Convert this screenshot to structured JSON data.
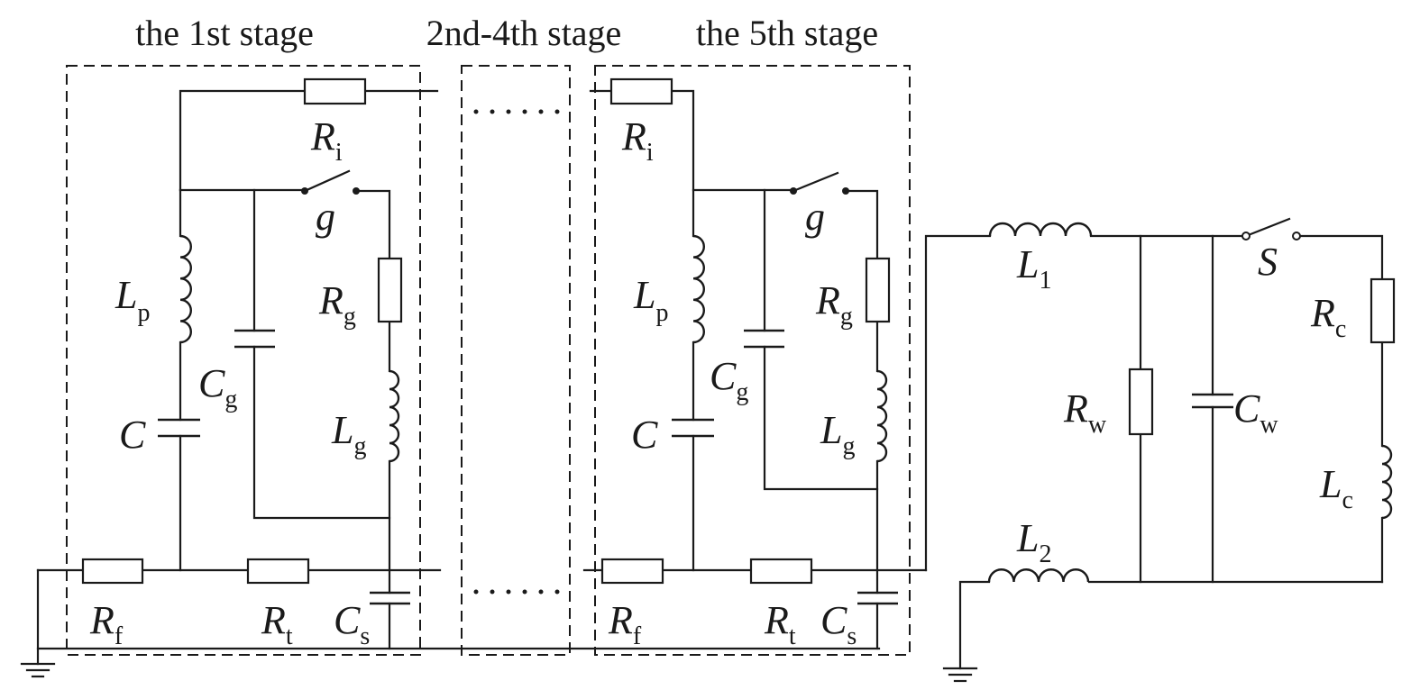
{
  "stages": {
    "first": "the 1st stage",
    "middle": "2nd-4th stage",
    "fifth": "the 5th stage"
  },
  "stage1": {
    "Ri": {
      "sym": "R",
      "sub": "i"
    },
    "g": {
      "sym": "g"
    },
    "Lp": {
      "sym": "L",
      "sub": "p"
    },
    "Cg": {
      "sym": "C",
      "sub": "g"
    },
    "Rg": {
      "sym": "R",
      "sub": "g"
    },
    "C": {
      "sym": "C"
    },
    "Lg": {
      "sym": "L",
      "sub": "g"
    },
    "Rf": {
      "sym": "R",
      "sub": "f"
    },
    "Rt": {
      "sym": "R",
      "sub": "t"
    },
    "Cs": {
      "sym": "C",
      "sub": "s"
    }
  },
  "stage5": {
    "Ri": {
      "sym": "R",
      "sub": "i"
    },
    "g": {
      "sym": "g"
    },
    "Lp": {
      "sym": "L",
      "sub": "p"
    },
    "Cg": {
      "sym": "C",
      "sub": "g"
    },
    "Rg": {
      "sym": "R",
      "sub": "g"
    },
    "C": {
      "sym": "C"
    },
    "Lg": {
      "sym": "L",
      "sub": "g"
    },
    "Rf": {
      "sym": "R",
      "sub": "f"
    },
    "Rt": {
      "sym": "R",
      "sub": "t"
    },
    "Cs": {
      "sym": "C",
      "sub": "s"
    }
  },
  "load": {
    "L1": {
      "sym": "L",
      "sub": "1"
    },
    "L2": {
      "sym": "L",
      "sub": "2"
    },
    "Rw": {
      "sym": "R",
      "sub": "w"
    },
    "Cw": {
      "sym": "C",
      "sub": "w"
    },
    "S": {
      "sym": "S"
    },
    "Rc": {
      "sym": "R",
      "sub": "c"
    },
    "Lc": {
      "sym": "L",
      "sub": "c"
    }
  },
  "colors": {
    "ink": "#1a1a1a",
    "background": "#ffffff"
  }
}
